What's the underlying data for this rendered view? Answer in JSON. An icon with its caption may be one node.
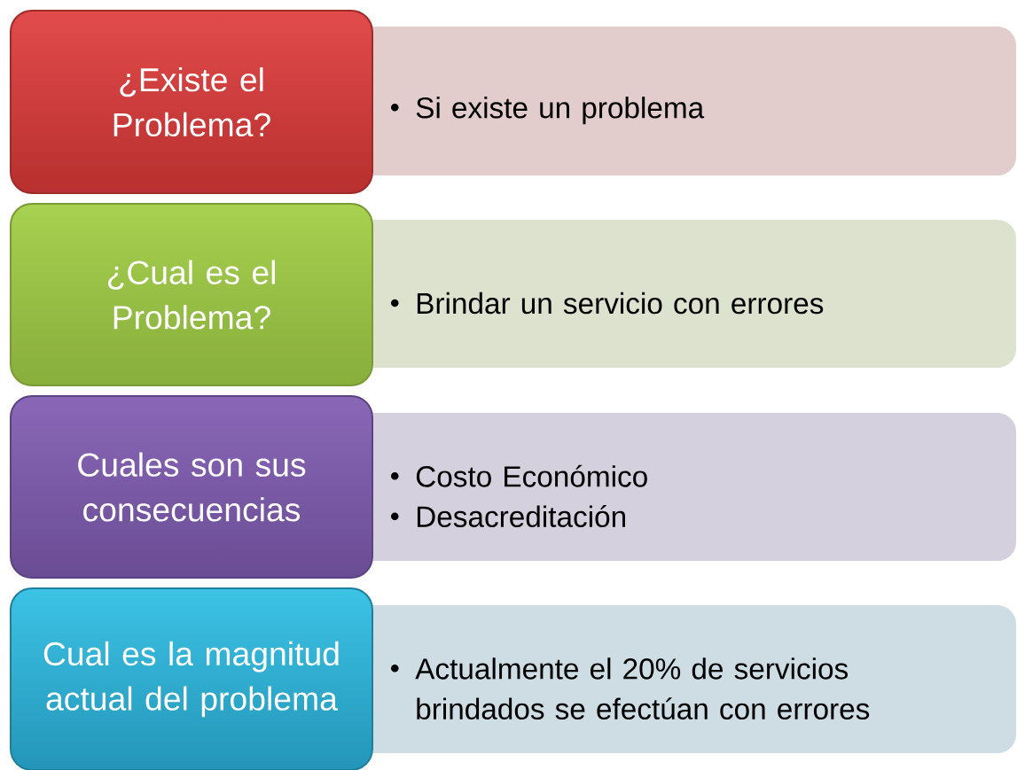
{
  "diagram": {
    "nodes": [
      {
        "text": [
          "¿Existe el Problema?"
        ]
      },
      {
        "text": [
          "Si existe un problema"
        ]
      },
      {
        "text": [
          "¿Cual es el Problema?"
        ]
      },
      {
        "text": [
          "Brindar un servicio con errores"
        ]
      },
      {
        "text": [
          "Cuales son sus consecuencias"
        ]
      },
      {
        "text": [
          "Costo Económico",
          "Desacreditación"
        ]
      },
      {
        "text": [
          "Cual es la magnitud actual del problema"
        ]
      },
      {
        "text": [
          "Actualmente el 20% de servicios brindados se efectúan con errores"
        ]
      }
    ]
  }
}
